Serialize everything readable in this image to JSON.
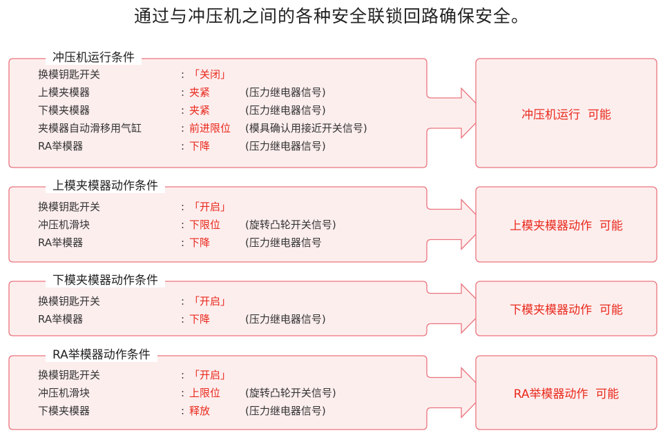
{
  "title": "通过与冲压机之间的各种安全联锁回路确保安全。",
  "colors": {
    "border": "#e9737c",
    "fill": "#fdeeee",
    "accent": "#e8291c"
  },
  "sections": [
    {
      "heading": "冲压机运行条件",
      "result": "冲压机运行  可能",
      "rows": [
        {
          "label": "换模钥匙开关",
          "value": "「关闭」",
          "note": ""
        },
        {
          "label": "上模夹模器",
          "value": "夹紧",
          "note": "(压力继电器信号)"
        },
        {
          "label": "下模夹模器",
          "value": "夹紧",
          "note": "(压力继电器信号)"
        },
        {
          "label": "夹模器自动滑移用气缸",
          "value": "前进限位",
          "note": "(模具确认用接近开关信号)"
        },
        {
          "label": "RA举模器",
          "value": "下降",
          "note": "(压力继电器信号)"
        }
      ]
    },
    {
      "heading": "上模夹模器动作条件",
      "result": "上模夹模器动作  可能",
      "rows": [
        {
          "label": "换模钥匙开关",
          "value": "「开启」",
          "note": ""
        },
        {
          "label": "冲压机滑块",
          "value": "下限位",
          "note": "(旋转凸轮开关信号)"
        },
        {
          "label": "RA举模器",
          "value": "下降",
          "note": "(压力继电器信号"
        }
      ]
    },
    {
      "heading": "下模夹模器动作条件",
      "result": "下模夹模器动作  可能",
      "rows": [
        {
          "label": "换模钥匙开关",
          "value": "「开启」",
          "note": ""
        },
        {
          "label": "RA举模器",
          "value": "下降",
          "note": "(压力继电器信号)"
        }
      ]
    },
    {
      "heading": "RA举模器动作条件",
      "result": "RA举模器动作  可能",
      "rows": [
        {
          "label": "换模钥匙开关",
          "value": "「开启」",
          "note": ""
        },
        {
          "label": "冲压机滑块",
          "value": "上限位",
          "note": "(旋转凸轮开关信号)"
        },
        {
          "label": "下模夹模器",
          "value": "释放",
          "note": "(压力继电器信号)"
        }
      ]
    }
  ]
}
